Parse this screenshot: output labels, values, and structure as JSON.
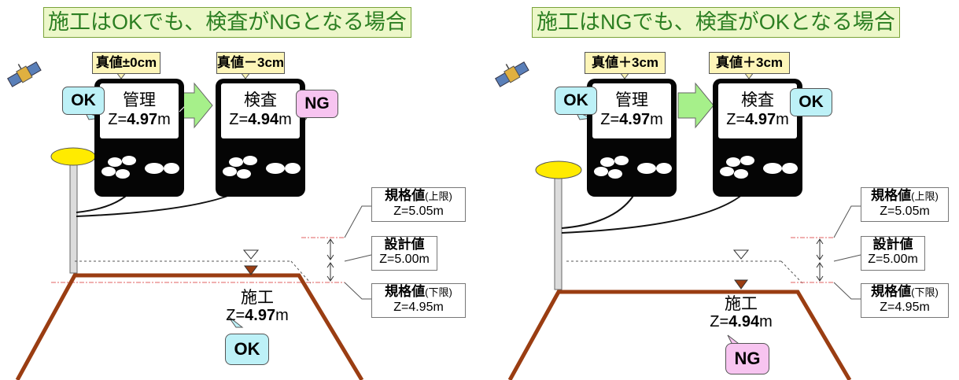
{
  "colors": {
    "title_bg": "#ecf7c8",
    "title_text": "#2c7f22",
    "tag_bg": "#fdf5b8",
    "ok_bg": "#bdf1f7",
    "ng_bg": "#f7c4f0",
    "ground": "#9a3d12",
    "limit_line": "#e06060",
    "arrow": "#a6f08a"
  },
  "icons": {
    "satellite": "satellite-icon",
    "gnss_antenna": "gnss-antenna-icon"
  },
  "left": {
    "title": "施工はOKでも、検査がNGとなる場合",
    "device1": {
      "tag": "真値±0cm",
      "label": "管理",
      "z_prefix": "Z=",
      "z_value": "4.97",
      "z_unit": "m",
      "badge": "OK"
    },
    "device2": {
      "tag": "真値－3cm",
      "label": "検査",
      "z_prefix": "Z=",
      "z_value": "4.94",
      "z_unit": "m",
      "badge": "NG"
    },
    "spec_upper": {
      "label": "規格値",
      "sub": "(上限)",
      "z": "Z=5.05m"
    },
    "design": {
      "label": "設計値",
      "z": "Z=5.00m"
    },
    "spec_lower": {
      "label": "規格値",
      "sub": "(下限)",
      "z": "Z=4.95m"
    },
    "work": {
      "label": "施工",
      "z_prefix": "Z=",
      "z_value": "4.97",
      "z_unit": "m",
      "result": "OK"
    }
  },
  "right": {
    "title": "施工はNGでも、検査がOKとなる場合",
    "device1": {
      "tag": "真値＋3cm",
      "label": "管理",
      "z_prefix": "Z=",
      "z_value": "4.97",
      "z_unit": "m",
      "badge": "OK"
    },
    "device2": {
      "tag": "真値＋3cm",
      "label": "検査",
      "z_prefix": "Z=",
      "z_value": "4.97",
      "z_unit": "m",
      "badge": "OK"
    },
    "spec_upper": {
      "label": "規格値",
      "sub": "(上限)",
      "z": "Z=5.05m"
    },
    "design": {
      "label": "設計値",
      "z": "Z=5.00m"
    },
    "spec_lower": {
      "label": "規格値",
      "sub": "(下限)",
      "z": "Z=4.95m"
    },
    "work": {
      "label": "施工",
      "z_prefix": "Z=",
      "z_value": "4.94",
      "z_unit": "m",
      "result": "NG"
    }
  }
}
